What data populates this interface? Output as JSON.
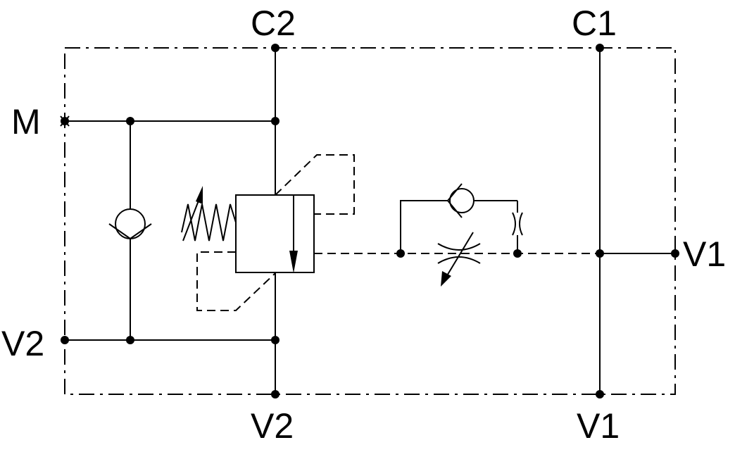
{
  "ports": {
    "top_left": "C2",
    "top_right": "C1",
    "left_upper": "M",
    "left_lower": "V2",
    "right": "V1",
    "bottom_left": "V2",
    "bottom_right": "V1"
  },
  "colors": {
    "line": "#000000",
    "background": "#ffffff"
  }
}
